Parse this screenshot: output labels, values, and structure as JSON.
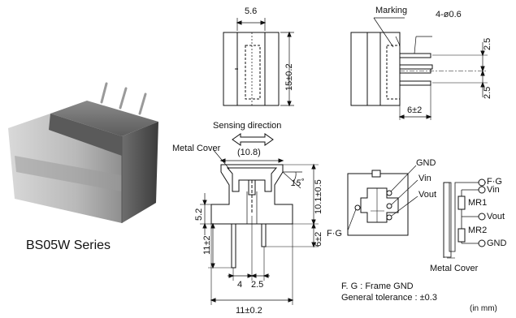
{
  "product": {
    "caption": "BS05W Series"
  },
  "dimensions": {
    "width_top": "5.6",
    "height_side": "15±0.2",
    "pin_spec": "4-ø0.6",
    "pin_pitch_upper": "2.5",
    "pin_pitch_lower": "2.5",
    "pin_length": "6±2",
    "cover_width": "(10.8)",
    "cover_angle": "15˚",
    "body_height": "10.1±0.5",
    "flange_height": "5.2",
    "pin_proj_left": "11±2",
    "pin_proj_right": "6±2",
    "pin_spacing_a": "4",
    "pin_spacing_b": "2.5",
    "total_width": "11±0.2"
  },
  "labels": {
    "marking": "Marking",
    "sensing_direction": "Sensing direction",
    "metal_cover": "Metal Cover",
    "metal_cover_circuit": "Metal Cover",
    "gnd": "GND",
    "vin": "Vin",
    "vout": "Vout",
    "fg": "F·G"
  },
  "circuit": {
    "fg": "F·G",
    "vin": "Vin",
    "mr1": "MR1",
    "vout": "Vout",
    "mr2": "MR2",
    "gnd": "GND"
  },
  "notes": {
    "fg_note": "F. G : Frame GND",
    "tolerance": "General tolerance : ±0.3",
    "unit": "(in mm)"
  }
}
